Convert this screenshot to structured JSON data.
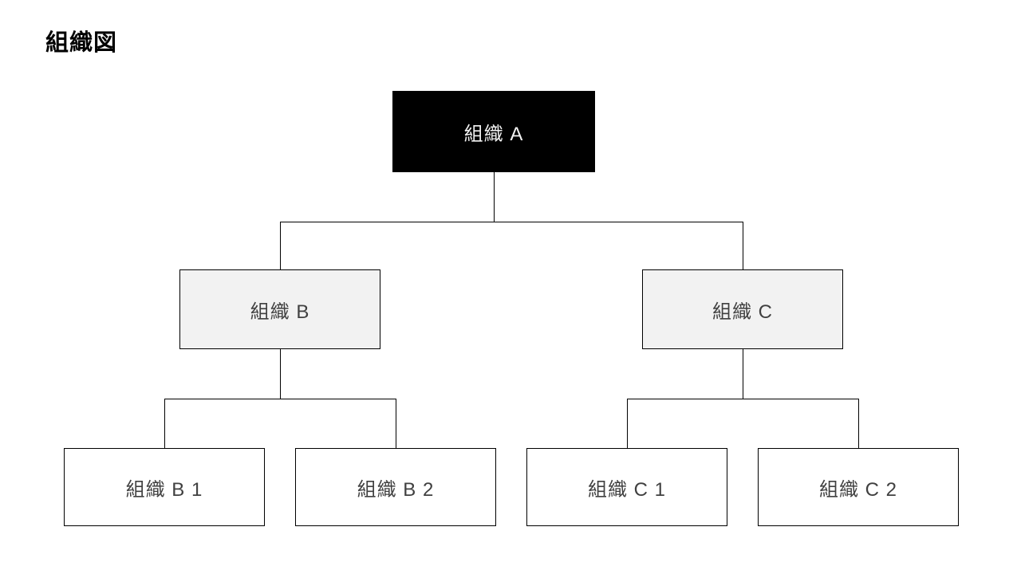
{
  "title": "組織図",
  "colors": {
    "background": "#ffffff",
    "root_fill": "#000000",
    "root_text": "#f2f2f2",
    "level2_fill": "#f2f2f2",
    "leaf_fill": "#ffffff",
    "node_border": "#000000",
    "node_text": "#404040",
    "connector_line": "#000000",
    "title_text": "#000000"
  },
  "org_chart": {
    "root": {
      "label": "組織 A",
      "children_ids": [
        "b",
        "c"
      ]
    },
    "b": {
      "label": "組織 B",
      "children_ids": [
        "b1",
        "b2"
      ]
    },
    "c": {
      "label": "組織 C",
      "children_ids": [
        "c1",
        "c2"
      ]
    },
    "b1": {
      "label": "組織 B 1",
      "children_ids": []
    },
    "b2": {
      "label": "組織 B 2",
      "children_ids": []
    },
    "c1": {
      "label": "組織 C 1",
      "children_ids": []
    },
    "c2": {
      "label": "組織 C 2",
      "children_ids": []
    }
  }
}
